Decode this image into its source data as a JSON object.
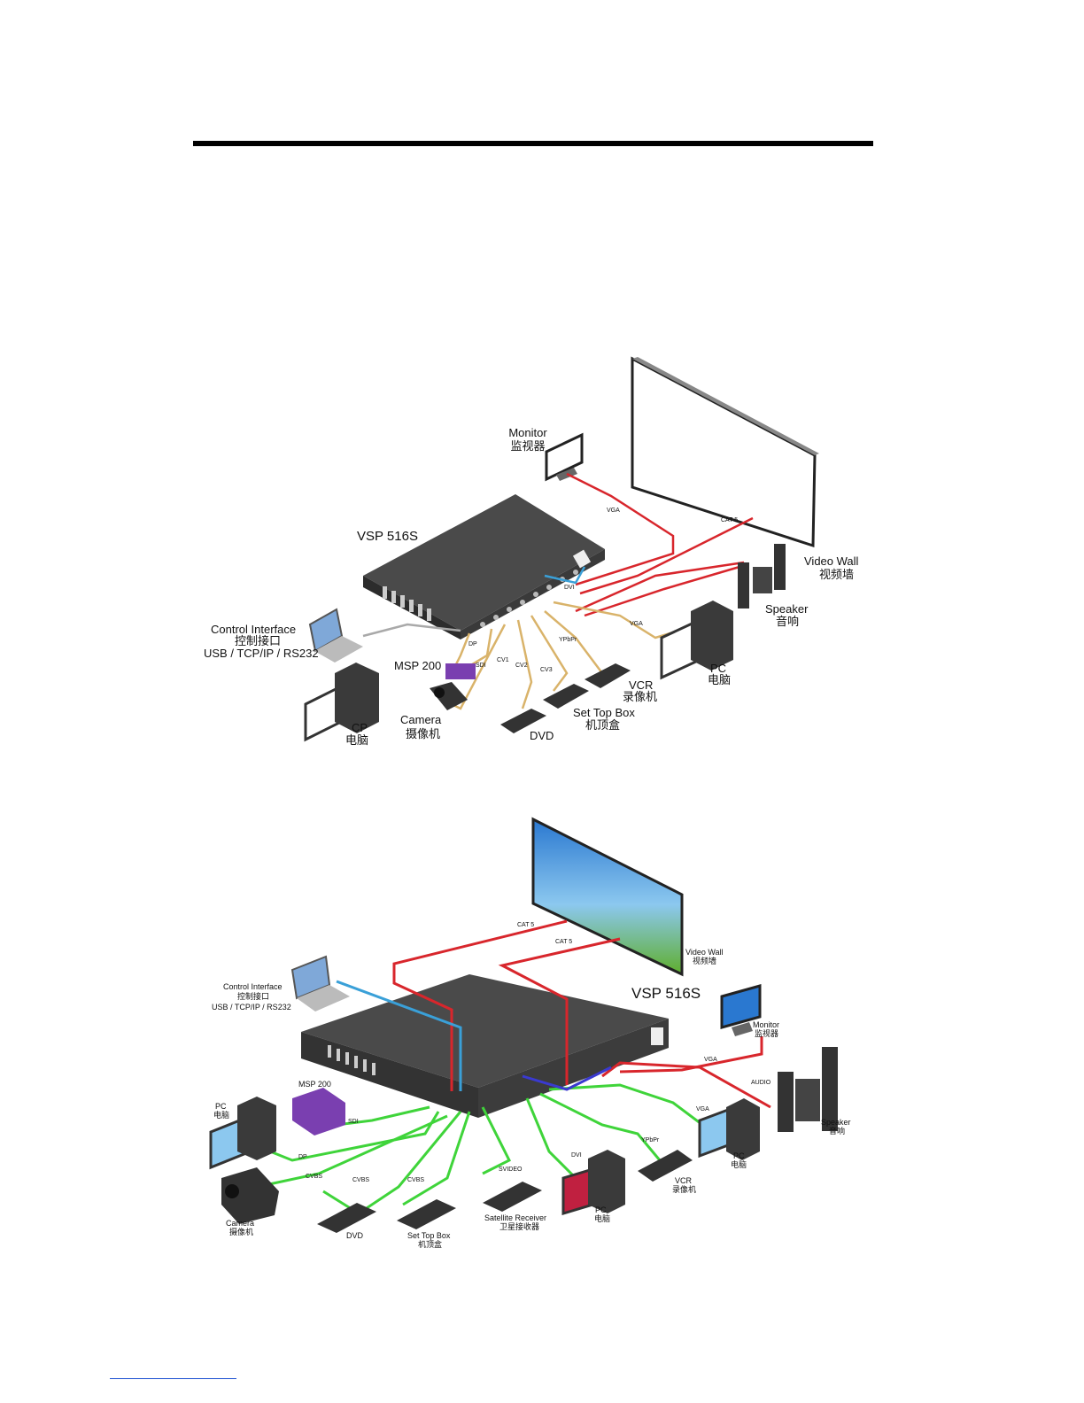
{
  "diagram1": {
    "device": "VSP 516S",
    "monitor": {
      "en": "Monitor",
      "zh": "监视器"
    },
    "video_wall": {
      "en": "Video Wall",
      "zh": "视频墙"
    },
    "speaker": {
      "en": "Speaker",
      "zh": "音响"
    },
    "pc": {
      "en": "PC",
      "zh": "电脑"
    },
    "control": {
      "en": "Control Interface",
      "zh": "控制接口",
      "ports": "USB / TCP/IP / RS232"
    },
    "cp": {
      "en": "CP",
      "zh": "电脑"
    },
    "msp": "MSP 200",
    "camera": {
      "en": "Camera",
      "zh": "摄像机"
    },
    "dvd": "DVD",
    "stb": {
      "en": "Set Top Box",
      "zh": "机顶盒"
    },
    "vcr": {
      "en": "VCR",
      "zh": "录像机"
    },
    "wires": {
      "vga1": "VGA",
      "cat5": "CAT 5",
      "dvi": "DVI",
      "vga2": "VGA",
      "ypbpr": "YPbPr",
      "dp": "DP",
      "sdi": "SDI",
      "cv1": "CV1",
      "cv2": "CV2",
      "cv3": "CV3"
    }
  },
  "diagram2": {
    "device": "VSP 516S",
    "video_wall": {
      "en": "Video Wall",
      "zh": "视频墙"
    },
    "control": {
      "en": "Control Interface",
      "zh": "控制接口",
      "ports": "USB / TCP/IP / RS232"
    },
    "monitor": {
      "en": "Monitor",
      "zh": "监视器"
    },
    "speaker": {
      "en": "Speaker",
      "zh": "音响"
    },
    "msp": "MSP 200",
    "pc_left": {
      "en": "PC",
      "zh": "电脑"
    },
    "camera": {
      "en": "Camera",
      "zh": "摄像机"
    },
    "dvd": "DVD",
    "stb": {
      "en": "Set Top Box",
      "zh": "机顶盒"
    },
    "sat": {
      "en": "Satellite Receiver",
      "zh": "卫星接收器"
    },
    "pc_mid": {
      "en": "PC",
      "zh": "电脑"
    },
    "vcr": {
      "en": "VCR",
      "zh": "录像机"
    },
    "pc_right": {
      "en": "PC",
      "zh": "电脑"
    },
    "wires": {
      "cat5a": "CAT 5",
      "cat5b": "CAT 5",
      "vga": "VGA",
      "audio": "AUDIO",
      "vga2": "VGA",
      "ypbpr": "YPbPr",
      "sdi": "SDI",
      "dp": "DP",
      "cvbs1": "CVBS",
      "cvbs2": "CVBS",
      "cvbs3": "CVBS",
      "svideo": "SVIDEO",
      "dvi": "DVI"
    }
  },
  "colors": {
    "red": "#d8262c",
    "green": "#3fd43a",
    "tan": "#d9b36a",
    "gray": "#a9a9a9",
    "blue": "#3aa0d8",
    "purple": "#7a3fb0"
  }
}
